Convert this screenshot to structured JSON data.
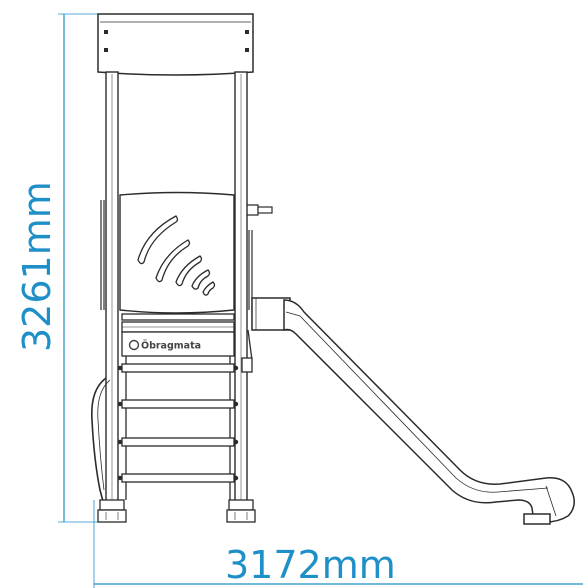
{
  "dimensions": {
    "height_label": "3261mm",
    "width_label": "3172mm"
  },
  "brand": {
    "logo_text": "Öbragmata"
  },
  "colors": {
    "dimension": "#1f8fc7",
    "outline": "#2b2b2b",
    "background": "#ffffff"
  }
}
